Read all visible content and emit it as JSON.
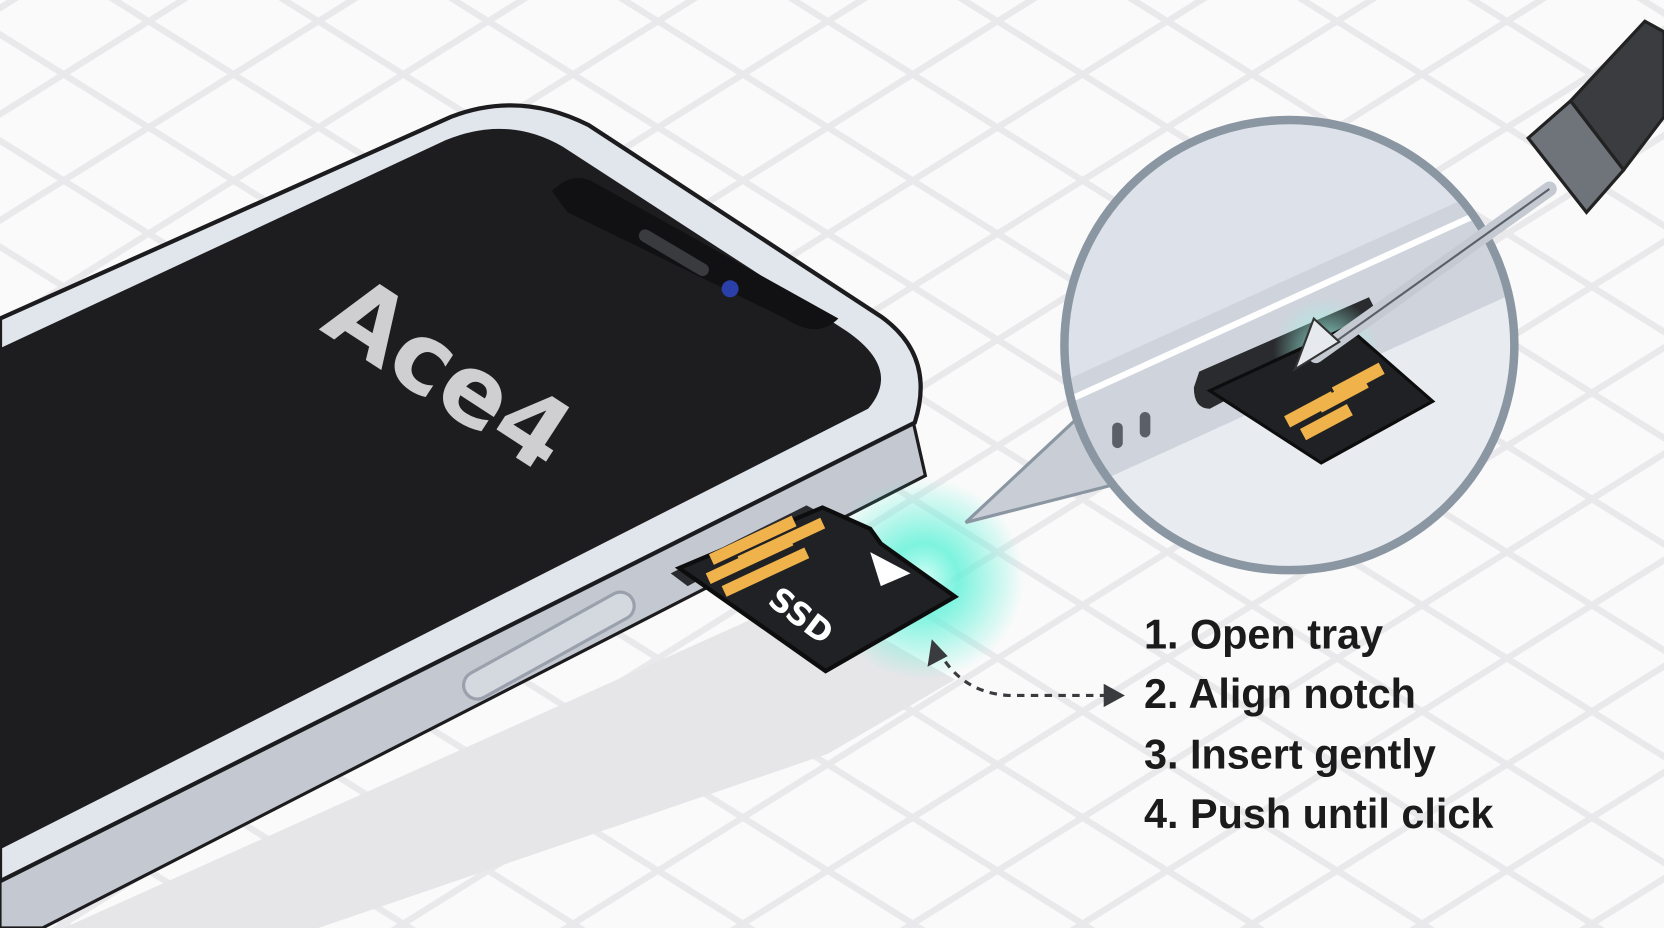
{
  "device": {
    "brand_label": "Ace4",
    "card_label": "SSD"
  },
  "steps": [
    "1. Open tray",
    "2. Align notch",
    "3. Insert gently",
    "4. Push until click"
  ],
  "colors": {
    "background": "#fafafa",
    "screen": "#1d1d20",
    "frame": "#dfe3ea",
    "card": "#1f2124",
    "contacts": "#f0b24a",
    "glow": "#5ef2d8",
    "camera": "#2b3fa8",
    "magnifier_fill": "#dde2ea",
    "magnifier_stroke": "#8b96a3"
  }
}
